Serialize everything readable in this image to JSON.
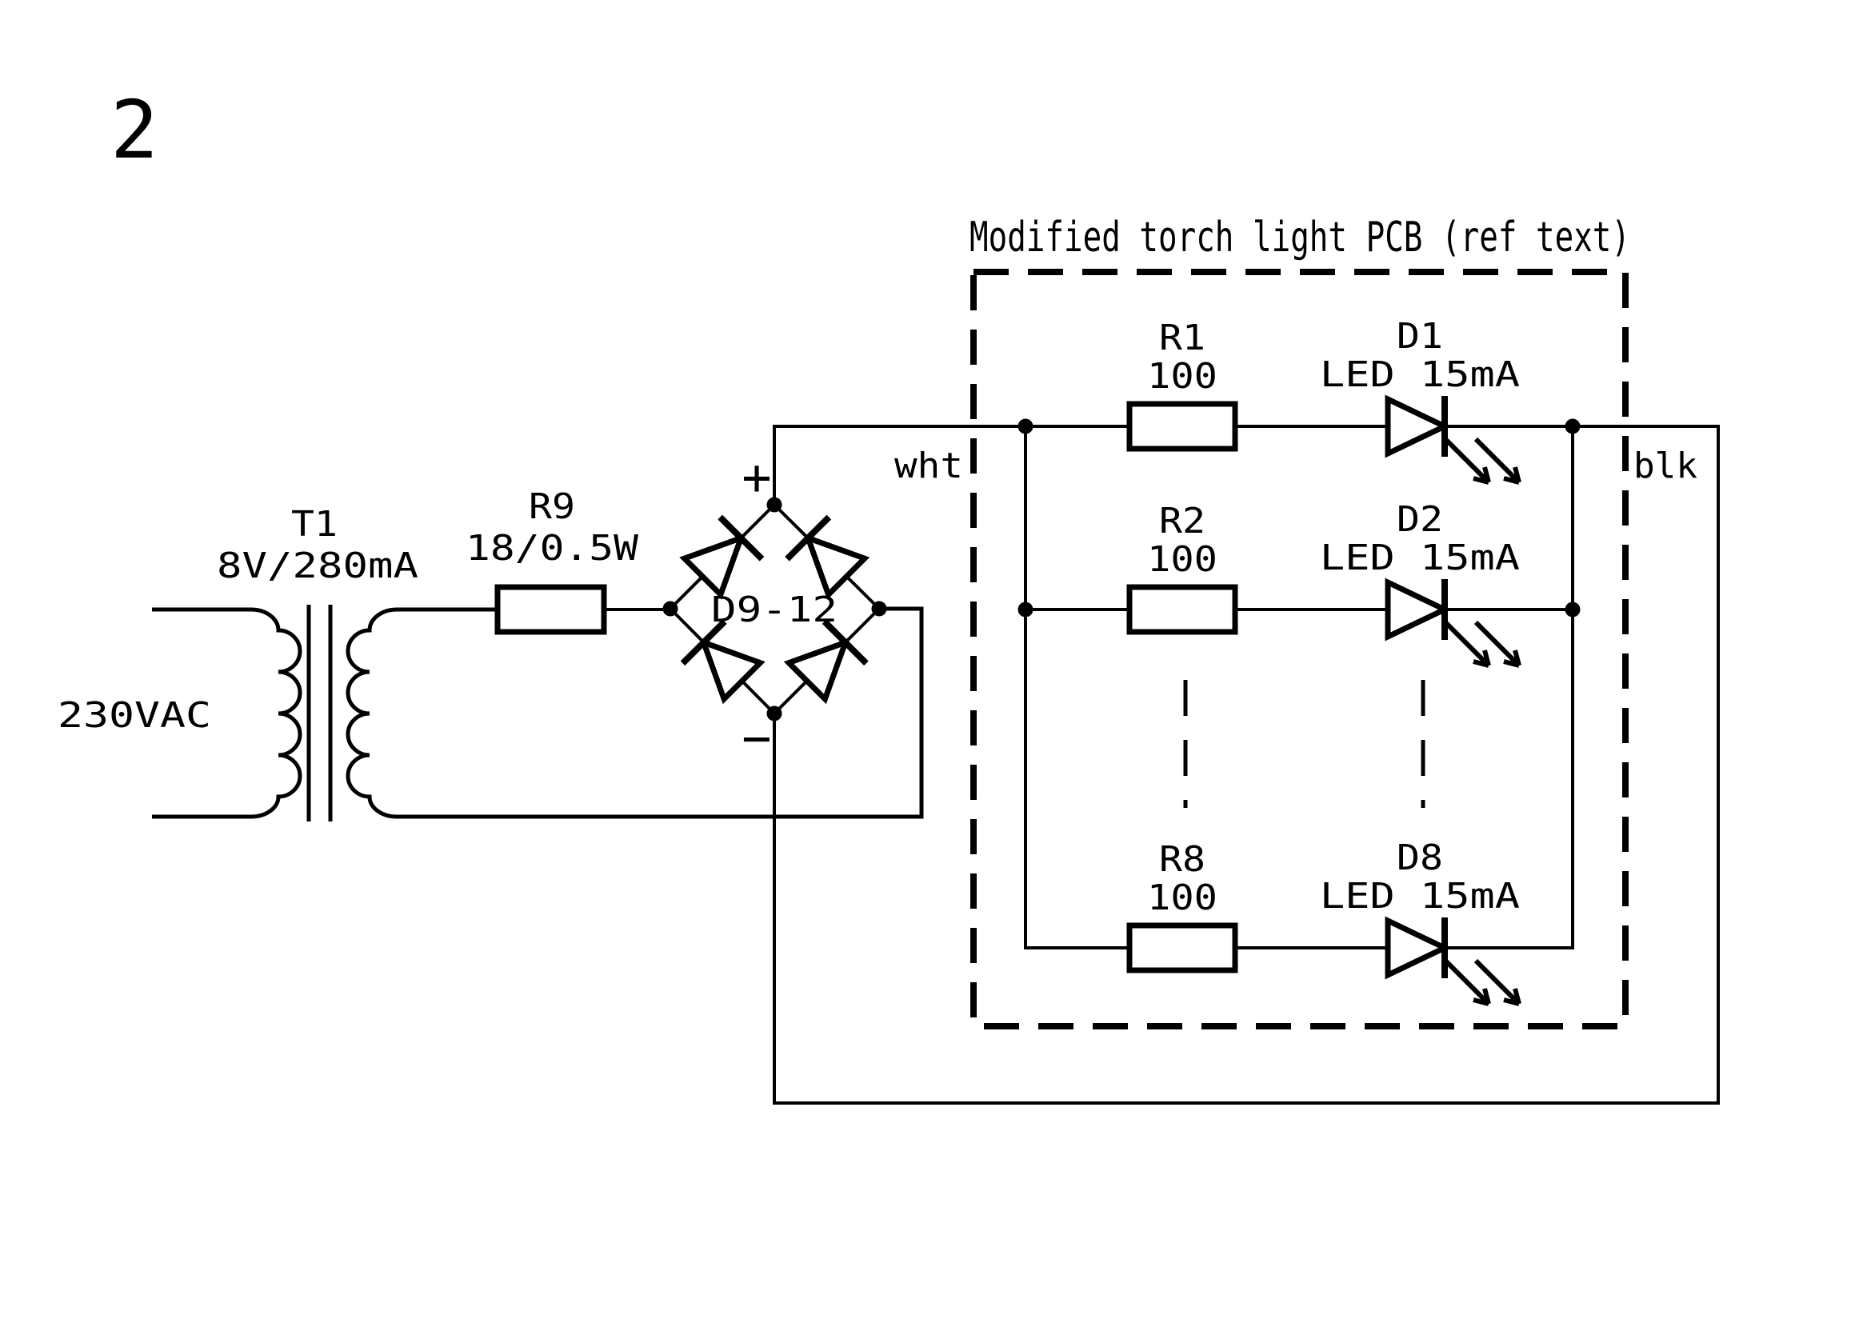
{
  "figure": {
    "number": "2"
  },
  "colors": {
    "ink": "#000000",
    "background": "#ffffff"
  },
  "mains": {
    "label": "230VAC"
  },
  "transformer": {
    "ref": "T1",
    "rating": "8V/280mA"
  },
  "series_resistor": {
    "ref": "R9",
    "value": "18/0.5W"
  },
  "bridge": {
    "ref": "D9-12",
    "plus_label": "+",
    "minus_label": "−"
  },
  "wire_labels": {
    "white": "wht",
    "black": "blk"
  },
  "pcb": {
    "title": "Modified torch light PCB (ref text)"
  },
  "branches": [
    {
      "resistor": {
        "ref": "R1",
        "value": "100"
      },
      "led": {
        "ref": "D1",
        "value": "LED 15mA"
      }
    },
    {
      "resistor": {
        "ref": "R2",
        "value": "100"
      },
      "led": {
        "ref": "D2",
        "value": "LED 15mA"
      }
    },
    {
      "resistor": {
        "ref": "R8",
        "value": "100"
      },
      "led": {
        "ref": "D8",
        "value": "LED 15mA"
      }
    }
  ]
}
